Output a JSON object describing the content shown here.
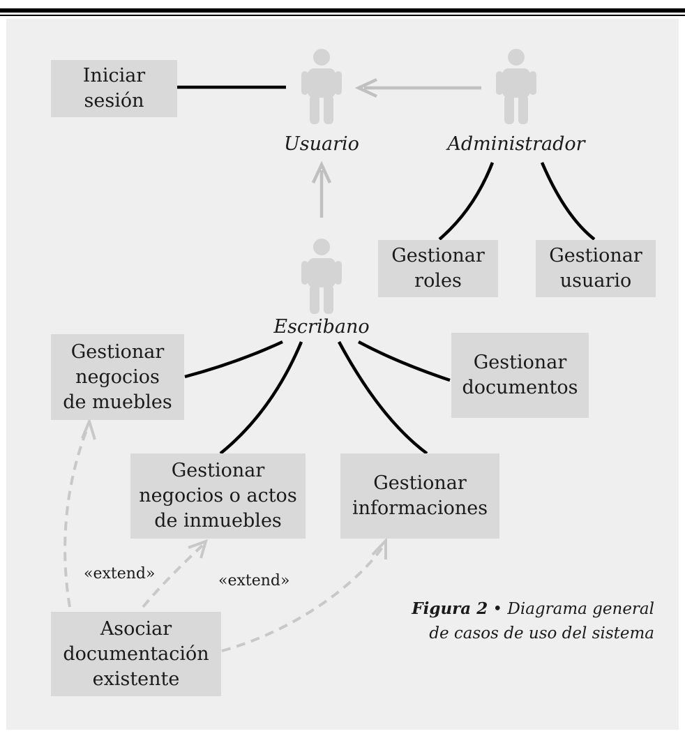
{
  "actors": {
    "usuario": "Usuario",
    "administrador": "Administrador",
    "escribano": "Escribano"
  },
  "use_cases": {
    "iniciar_sesion": "Iniciar\nsesión",
    "gestionar_roles": "Gestionar\nroles",
    "gestionar_usuario": "Gestionar\nusuario",
    "gestionar_negocios_muebles": "Gestionar\nnegocios\nde muebles",
    "gestionar_documentos": "Gestionar\ndocumentos",
    "gestionar_negocios_inmuebles": "Gestionar\nnegocios o actos\nde inmuebles",
    "gestionar_informaciones": "Gestionar\ninformaciones",
    "asociar_documentacion": "Asociar\ndocumentación\nexistente"
  },
  "stereotypes": {
    "extend_1": "«extend»",
    "extend_2": "«extend»"
  },
  "caption": {
    "figure_label": "Figura 2",
    "separator": " • ",
    "line1": "Diagrama general",
    "line2": "de casos de uso del sistema"
  },
  "colors": {
    "actor": "#d4d4d4",
    "usecase_fill": "#d9d9d9",
    "panel": "#efefef",
    "association": "#000000",
    "generalization": "#c0c0c0",
    "extend": "#c8c8c8"
  }
}
